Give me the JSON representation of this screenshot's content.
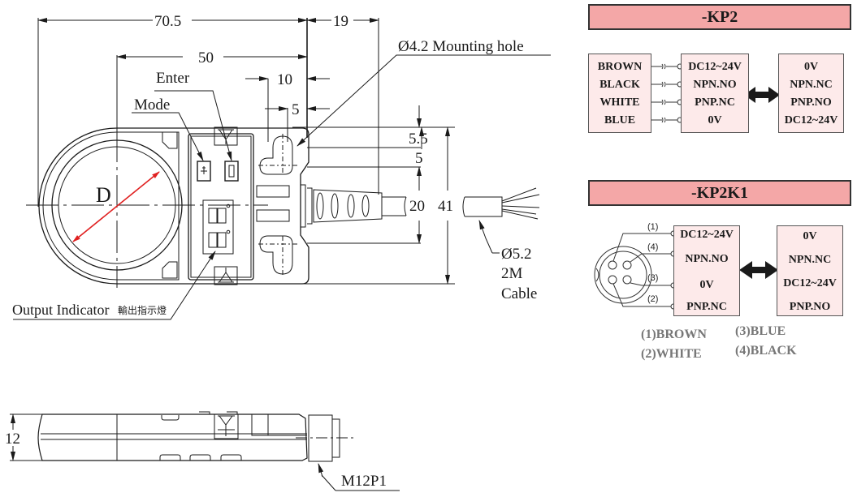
{
  "top_view": {
    "dimensions": {
      "overall_length": "70.5",
      "body_length": "50",
      "tail_length": "19",
      "hole_offset_10": "10",
      "hole_offset_5": "5",
      "hole_from_edge": "5.5",
      "hole_slot": "5",
      "hole_spacing": "20",
      "overall_height": "41"
    },
    "labels": {
      "enter": "Enter",
      "mode": "Mode",
      "diameter": "D",
      "mounting_hole": "Ø4.2 Mounting hole",
      "output_indicator": "Output Indicator",
      "output_indicator_cjk": "輸出指示燈",
      "cable_diameter": "Ø5.2",
      "cable_length": "2M",
      "cable_word": "Cable"
    }
  },
  "side_view": {
    "thickness": "12",
    "connector_label": "M12P1"
  },
  "wiring_kp2": {
    "title": "-KP2",
    "wire_colors": [
      "BROWN",
      "BLACK",
      "WHITE",
      "BLUE"
    ],
    "terminals": [
      "DC12~24V",
      "NPN.NO",
      "PNP.NC",
      "0V"
    ],
    "alt_terminals": [
      "0V",
      "NPN.NC",
      "PNP.NO",
      "DC12~24V"
    ]
  },
  "wiring_kp2k1": {
    "title": "-KP2K1",
    "pin_labels": [
      "(1)",
      "(4)",
      "(3)",
      "(2)"
    ],
    "terminals": [
      "DC12~24V",
      "NPN.NO",
      "0V",
      "PNP.NC"
    ],
    "alt_terminals": [
      "0V",
      "NPN.NC",
      "DC12~24V",
      "PNP.NO"
    ],
    "legend": {
      "pin1": "(1)BROWN",
      "pin2": "(2)WHITE",
      "pin3": "(3)BLUE",
      "pin4": "(4)BLACK"
    }
  },
  "colors": {
    "header_fill": "#f4a7a7",
    "box_fill": "#fdeaea",
    "diameter_arrow": "#e02020",
    "legend_text": "#777777"
  }
}
